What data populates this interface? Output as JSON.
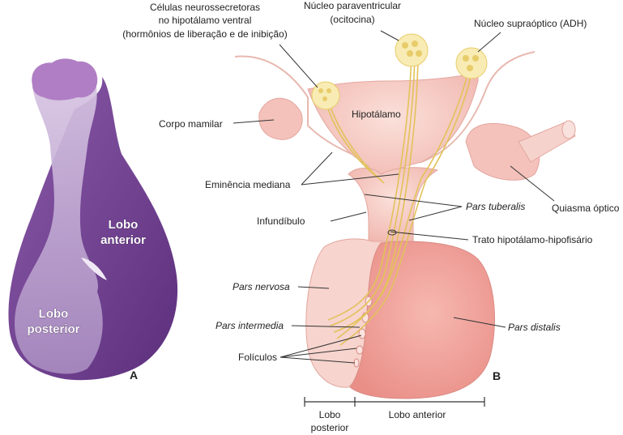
{
  "panel_a": {
    "letter": "A",
    "label_anterior_line1": "Lobo",
    "label_anterior_line2": "anterior",
    "label_posterior_line1": "Lobo",
    "label_posterior_line2": "posterior"
  },
  "panel_b": {
    "letter": "B",
    "neurosecretory_line1": "Células neurossecretoras",
    "neurosecretory_line2": "no hipotálamo ventral",
    "neurosecretory_line3": "(hormônios de liberação e de inibição)",
    "paraventricular_line1": "Núcleo paraventricular",
    "paraventricular_line2": "(ocitocina)",
    "supraoptic": "Núcleo supraóptico (ADH)",
    "hypothalamus": "Hipotálamo",
    "mammillary_body": "Corpo mamilar",
    "median_eminence": "Eminência mediana",
    "infundibulum": "Infundíbulo",
    "pars_tuberalis": "Pars tuberalis",
    "optic_chiasm": "Quiasma óptico",
    "tract": "Trato hipotálamo-hipofisário",
    "pars_nervosa": "Pars nervosa",
    "pars_intermedia": "Pars intermedia",
    "pars_distalis": "Pars distalis",
    "follicles": "Folículos",
    "scale_posterior_line1": "Lobo",
    "scale_posterior_line2": "posterior",
    "scale_anterior": "Lobo anterior"
  },
  "colors": {
    "stain_dark": "#6a3f8c",
    "stain_light": "#c7b0d8",
    "tissue_pink": "#f6c9c3",
    "tissue_pink_dark": "#ec9f98",
    "fiber_yellow": "#e8cc6a",
    "nucleus_fill": "#f8ecb4"
  }
}
